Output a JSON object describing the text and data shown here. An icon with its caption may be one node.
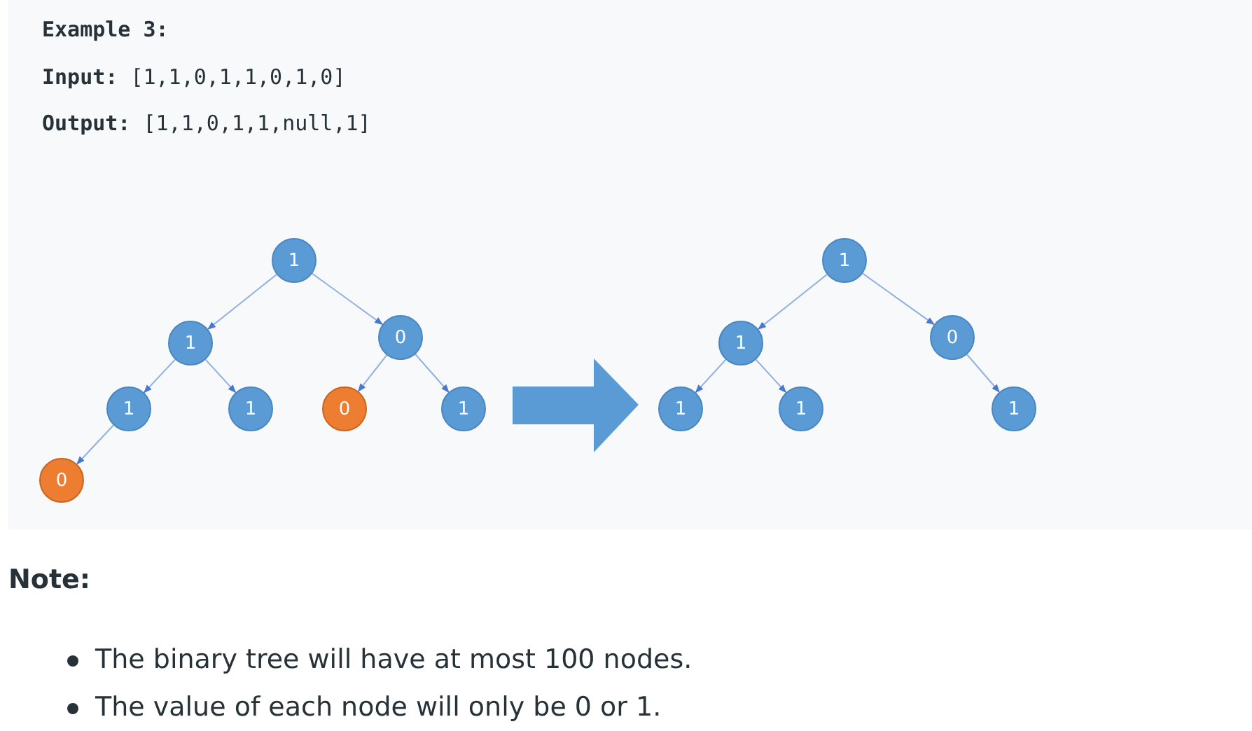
{
  "diagram": {
    "nodes": [
      {
        "text": [
          "1"
        ]
      },
      {
        "text": [
          "1"
        ]
      },
      {
        "text": [
          "0"
        ]
      },
      {
        "text": [
          "1"
        ]
      },
      {
        "text": [
          "1"
        ]
      },
      {
        "text": [
          "0"
        ]
      },
      {
        "text": [
          "1"
        ]
      },
      {
        "text": [
          "0"
        ]
      },
      {
        "text": [
          "1"
        ]
      },
      {
        "text": [
          "1"
        ]
      },
      {
        "text": [
          "0"
        ]
      },
      {
        "text": [
          "1"
        ]
      },
      {
        "text": [
          "1"
        ]
      },
      {
        "text": [
          "1"
        ]
      }
    ],
    "edges": [
      {
        "from": 0,
        "to": 1,
        "arrow": "to"
      },
      {
        "from": 0,
        "to": 2,
        "arrow": "to"
      },
      {
        "from": 1,
        "to": 3,
        "arrow": "to"
      },
      {
        "from": 1,
        "to": 4,
        "arrow": "to"
      },
      {
        "from": 2,
        "to": 5,
        "arrow": "to"
      },
      {
        "from": 2,
        "to": 6,
        "arrow": "to"
      },
      {
        "from": 3,
        "to": 7,
        "arrow": "to"
      },
      {
        "from": 6,
        "to": 11,
        "arrow": "to",
        "style": "thick"
      },
      {
        "from": 8,
        "to": 9,
        "arrow": "to"
      },
      {
        "from": 8,
        "to": 10,
        "arrow": "to"
      },
      {
        "from": 9,
        "to": 11,
        "arrow": "to"
      },
      {
        "from": 9,
        "to": 12,
        "arrow": "to"
      },
      {
        "from": 10,
        "to": 13,
        "arrow": "to"
      }
    ],
    "labels": [
      "Example 3:",
      "**Input:** [1,1,0,1,1,0,1,0]",
      "**Output:** [1,1,0,1,1,null,1]",
      "Note:",
      "The binary tree will have at most 100 nodes.",
      "The value of each node will only be 0 or 1."
    ]
  }
}
